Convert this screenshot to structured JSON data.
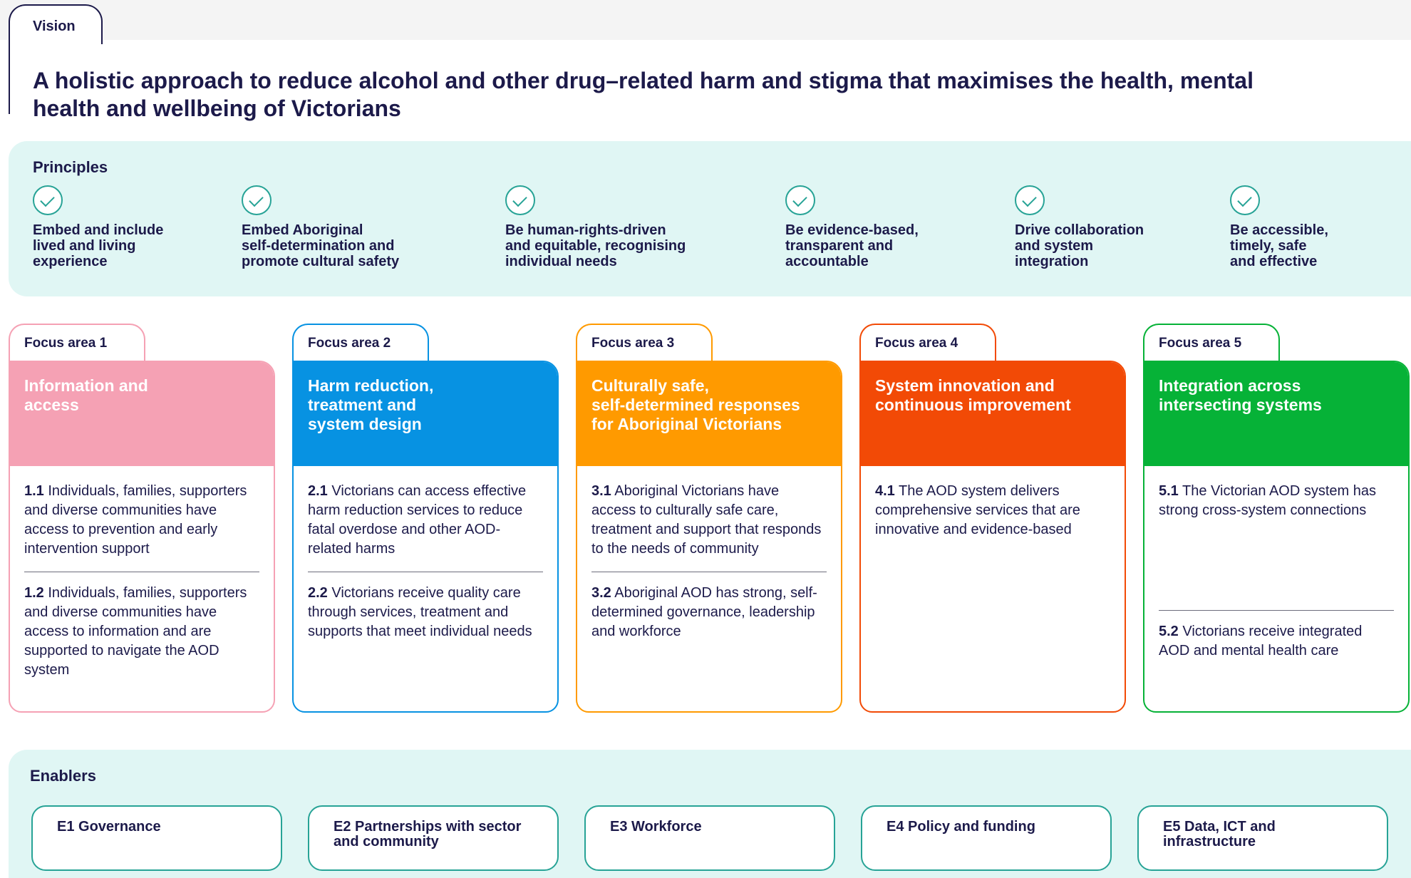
{
  "vision": {
    "tab_label": "Vision",
    "statement": "A holistic approach to reduce alcohol and other drug–related harm and stigma that maximises the health, mental health and wellbeing of Victorians"
  },
  "principles": {
    "title": "Principles",
    "items": [
      {
        "label": "Embed and include\nlived and living\nexperience"
      },
      {
        "label": "Embed Aboriginal\nself-determination and\npromote cultural safety"
      },
      {
        "label": "Be human-rights-driven\nand equitable, recognising\nindividual needs"
      },
      {
        "label": "Be evidence-based,\ntransparent and\naccountable"
      },
      {
        "label": "Drive collaboration\nand system\nintegration"
      },
      {
        "label": "Be accessible,\ntimely, safe\nand effective"
      }
    ]
  },
  "focus_areas": [
    {
      "tab": "Focus area 1",
      "title": "Information and\naccess",
      "color": "#f5a1b4",
      "outcomes": [
        {
          "num": "1.1",
          "text": "Individuals, families, supporters and diverse communities have access to prevention and early intervention support"
        },
        {
          "num": "1.2",
          "text": "Individuals, families, supporters and diverse communities have access to information and are supported to navigate the AOD system"
        }
      ]
    },
    {
      "tab": "Focus area 2",
      "title": "Harm reduction,\ntreatment and\nsystem design",
      "color": "#0792e2",
      "outcomes": [
        {
          "num": "2.1",
          "text": "Victorians can access effective harm reduction services to reduce fatal overdose and other AOD-related harms"
        },
        {
          "num": "2.2",
          "text": "Victorians receive quality care through services, treatment and supports that meet individual needs"
        }
      ]
    },
    {
      "tab": "Focus area 3",
      "title": "Culturally safe,\nself-determined responses\nfor Aboriginal Victorians",
      "color": "#ff9a00",
      "outcomes": [
        {
          "num": "3.1",
          "text": "Aboriginal Victorians have access to culturally safe care, treatment and support that responds to the needs of community"
        },
        {
          "num": "3.2",
          "text": "Aboriginal AOD has strong, self-determined governance, leadership and workforce"
        }
      ]
    },
    {
      "tab": "Focus area 4",
      "title": "System innovation and\ncontinuous improvement",
      "color": "#f24a06",
      "outcomes": [
        {
          "num": "4.1",
          "text": "The AOD system delivers comprehensive services that are innovative and evidence-based"
        }
      ]
    },
    {
      "tab": "Focus area 5",
      "title": "Integration across\nintersecting systems",
      "color": "#06b237",
      "outcomes": [
        {
          "num": "5.1",
          "text": "The Victorian AOD system has strong cross-system connections"
        },
        {
          "num": "5.2",
          "text": "Victorians receive integrated AOD and mental health care"
        }
      ]
    }
  ],
  "enablers": {
    "title": "Enablers",
    "items": [
      {
        "label": "E1 Governance"
      },
      {
        "label": "E2 Partnerships with sector\nand community"
      },
      {
        "label": "E3 Workforce"
      },
      {
        "label": "E4 Policy and funding"
      },
      {
        "label": "E5 Data, ICT and\ninfrastructure"
      }
    ]
  }
}
